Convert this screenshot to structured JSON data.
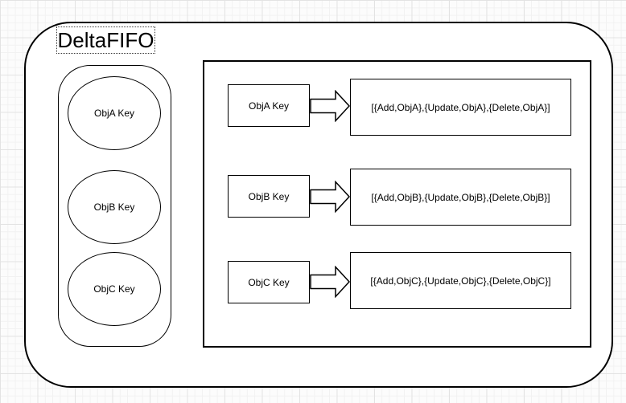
{
  "diagram": {
    "title": "DeltaFIFO",
    "key_queue": {
      "items": [
        "ObjA Key",
        "ObjB Key",
        "ObjC Key"
      ]
    },
    "delta_map": {
      "rows": [
        {
          "key": "ObjA Key",
          "deltas": "[{Add,ObjA},{Update,ObjA},{Delete,ObjA}]"
        },
        {
          "key": "ObjB Key",
          "deltas": "[{Add,ObjB},{Update,ObjB},{Delete,ObjB}]"
        },
        {
          "key": "ObjC Key",
          "deltas": "[{Add,ObjC},{Update,ObjC},{Delete,ObjC}]"
        }
      ]
    },
    "colors": {
      "stroke": "#000000",
      "shape_fill": "#ffffff",
      "canvas_background": "#fcfcfc",
      "grid_minor": "#f2f2f2",
      "grid_major": "#e3e3e3"
    }
  }
}
